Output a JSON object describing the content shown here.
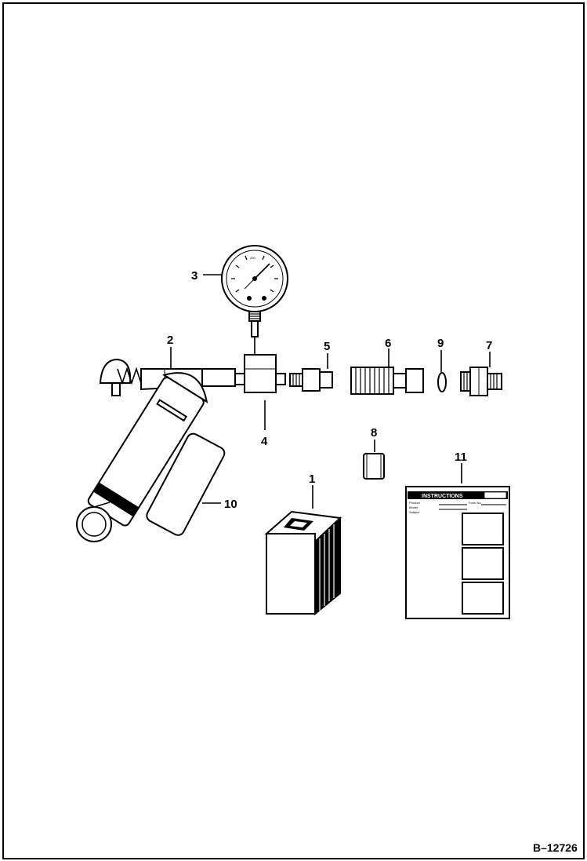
{
  "figure": {
    "reference": "B–12726"
  },
  "callouts": [
    {
      "id": "1",
      "label": "1"
    },
    {
      "id": "2",
      "label": "2"
    },
    {
      "id": "3",
      "label": "3"
    },
    {
      "id": "4",
      "label": "4"
    },
    {
      "id": "5",
      "label": "5"
    },
    {
      "id": "6",
      "label": "6"
    },
    {
      "id": "7",
      "label": "7"
    },
    {
      "id": "8",
      "label": "8"
    },
    {
      "id": "9",
      "label": "9"
    },
    {
      "id": "10",
      "label": "10"
    },
    {
      "id": "11",
      "label": "11"
    }
  ],
  "instructions_sheet": {
    "title": "INSTRUCTIONS",
    "field_product": "Product",
    "field_model": "Model",
    "field_subject": "Subject",
    "field_form": "Form No."
  }
}
